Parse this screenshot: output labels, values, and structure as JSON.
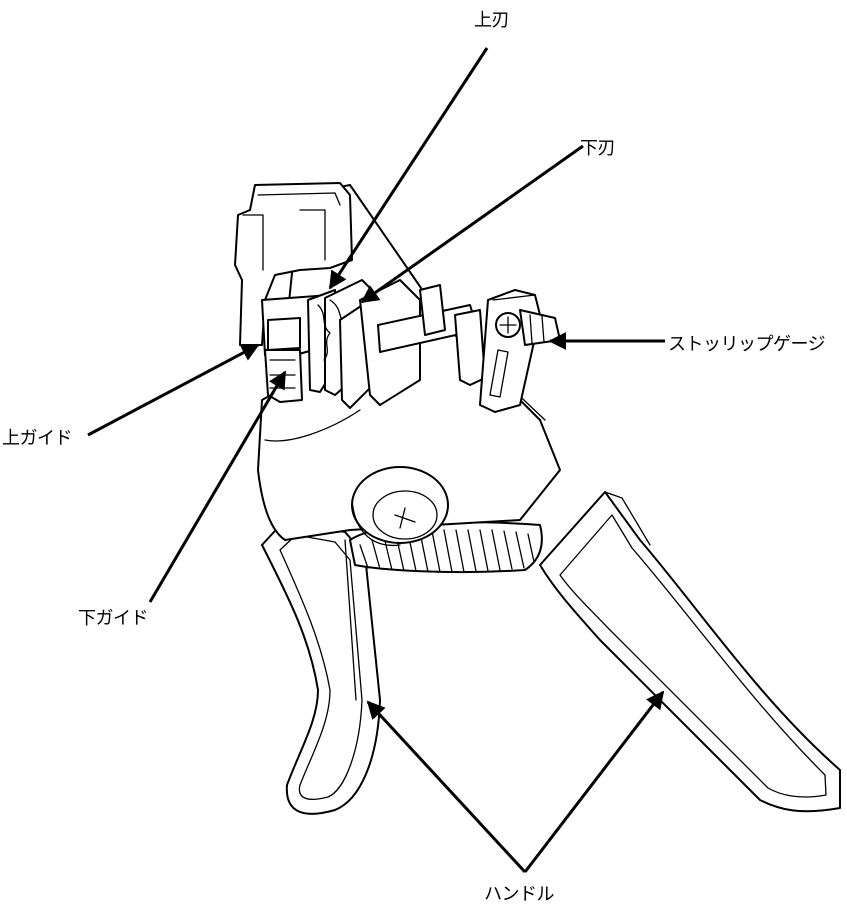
{
  "labels": {
    "upper_blade": "上刃",
    "lower_blade": "下刃",
    "strip_gauge": "ストッリップゲージ",
    "upper_guide": "上ガイド",
    "lower_guide": "下ガイド",
    "handle": "ハンドル"
  },
  "colors": {
    "ink": "#000000",
    "paper": "#ffffff"
  }
}
